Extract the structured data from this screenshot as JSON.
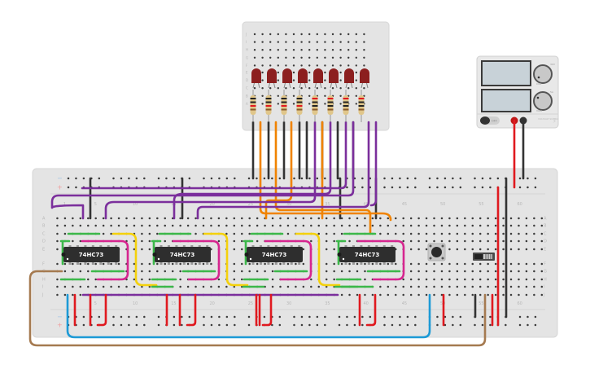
{
  "canvas": {
    "title": "74HC73 flip-flop LED counter circuit",
    "colors": {
      "board": "#e4e4e4",
      "board_edge": "#d6d6d6",
      "hole": "#3a3a3a",
      "label": "#b8b8b8",
      "rail_minus": "#9ec4e6",
      "rail_plus": "#f19a9a",
      "chip": "#2e2e2e",
      "chip_text": "#ffffff",
      "led": "#8c1f1f",
      "wire_red": "#e0191f",
      "wire_black": "#333333",
      "wire_orange": "#f08300",
      "wire_purple": "#7b2f9c",
      "wire_green": "#3cb84a",
      "wire_magenta": "#d6268f",
      "wire_yellow": "#f4d10c",
      "wire_blue": "#1d9ad6",
      "wire_brown": "#a57a50"
    }
  },
  "main_breadboard": {
    "column_labels_top": [
      "1",
      "5",
      "10",
      "15",
      "20",
      "25",
      "30",
      "35",
      "40",
      "45",
      "50",
      "55",
      "60"
    ],
    "column_labels_bottom": [
      "5",
      "10",
      "15",
      "20",
      "25",
      "30",
      "35",
      "40",
      "45",
      "50",
      "55",
      "60"
    ],
    "row_labels_upper": [
      "A",
      "B",
      "C",
      "D",
      "E"
    ],
    "row_labels_lower": [
      "F",
      "G",
      "H",
      "I",
      "J"
    ],
    "rail_minus": "−",
    "rail_plus": "+"
  },
  "chips": [
    {
      "label": "74HC73"
    },
    {
      "label": "74HC73"
    },
    {
      "label": "74HC73"
    },
    {
      "label": "74HC73"
    }
  ],
  "led_breadboard": {
    "row_labels_left": [
      "J",
      "I",
      "H",
      "G",
      "F",
      "E",
      "D",
      "C",
      "B",
      "A"
    ],
    "led_count": 8,
    "resistor_count": 8
  },
  "power_supply": {
    "label": "VOLTAGE SUPPLY",
    "switch_label": "OFF",
    "knob1_label": "CUR",
    "knob2_label": "VOLT",
    "knob_min": "0",
    "knob1_max": "30V",
    "knob2_max": "5A"
  },
  "components": {
    "pushbutton": "pushbutton",
    "slide_switch": "slide switch"
  }
}
